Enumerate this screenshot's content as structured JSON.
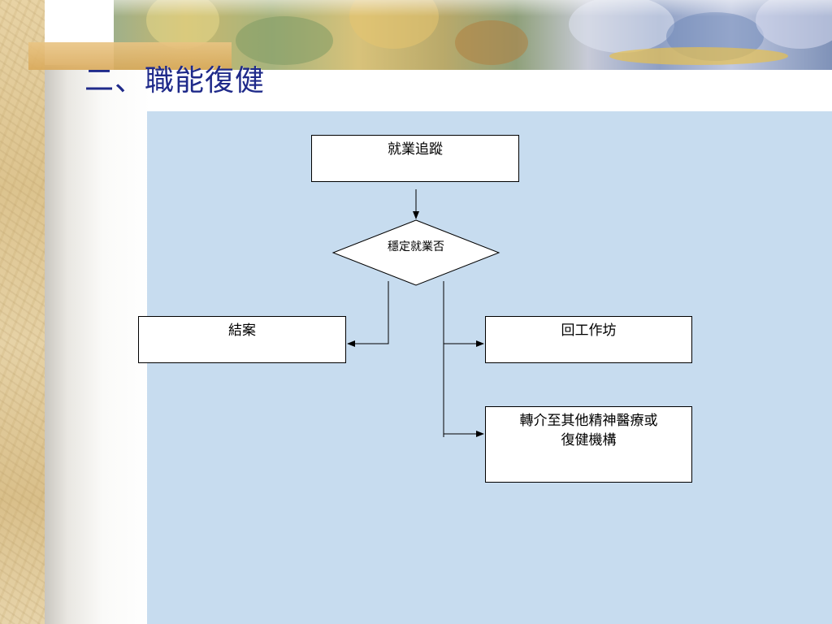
{
  "slide": {
    "title": "二、職能復健"
  },
  "flowchart": {
    "start": "就業追蹤",
    "decision": "穩定就業否",
    "close_case": "結案",
    "workshop": "回工作坊",
    "referral_line1": "轉介至其他精神醫療或",
    "referral_line2": "復健機構"
  },
  "colors": {
    "title": "#1f2a8a",
    "canvas": "#c7dcef",
    "line": "#000000"
  }
}
